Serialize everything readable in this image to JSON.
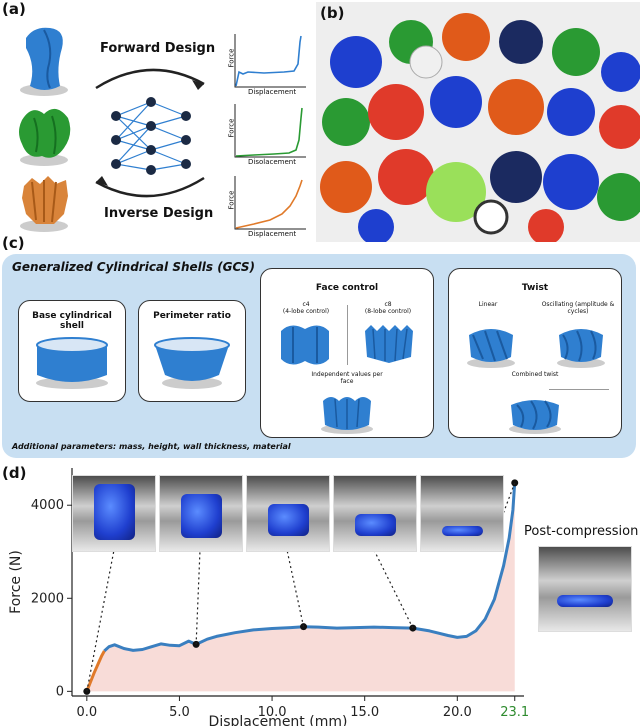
{
  "panels": {
    "a": "(a)",
    "b": "(b)",
    "c": "(c)",
    "d": "(d)"
  },
  "design": {
    "forward": "Forward Design",
    "inverse": "Inverse Design"
  },
  "mini_plots": {
    "ylabel": "Force",
    "xlabel": "Displacement",
    "xlabel_alt": "Disolacement",
    "colors": [
      "#2f7fd0",
      "#2a9a33",
      "#e07a2a"
    ]
  },
  "gcs": {
    "title": "Generalized Cylindrical Shells (GCS)",
    "base_shell": "Base cylindrical shell",
    "perimeter_ratio": "Perimeter ratio",
    "face_control": "Face control",
    "c4": "c4",
    "c4_sub": "(4-lobe control)",
    "c8": "c8",
    "c8_sub": "(8-lobe control)",
    "independent": "Independent values per face",
    "twist": "Twist",
    "linear": "Linear",
    "oscillating": "Oscillating (amplitude & cycles)",
    "combined": "Combined twist",
    "additional": "Additional parameters: mass, height, wall thickness, material"
  },
  "chart_data": {
    "type": "line",
    "title": "",
    "xlabel": "Displacement (mm)",
    "ylabel": "Force (N)",
    "xlim": [
      -0.8,
      23.6
    ],
    "ylim": [
      -100,
      4800
    ],
    "xticks": [
      0.0,
      5.0,
      10.0,
      15.0,
      20.0,
      23.1
    ],
    "xtick_labels": [
      "0.0",
      "5.0",
      "10.0",
      "15.0",
      "20.0",
      "23.1"
    ],
    "yticks": [
      0,
      2000,
      4000
    ],
    "highlight_tick": "23.1",
    "highlight_color": "#2e8b2e",
    "annotation": "Post-compression",
    "series": [
      {
        "color": "#e07a2a",
        "x": [
          0.0,
          0.2,
          0.4,
          0.6,
          0.8,
          0.95
        ],
        "y": [
          0,
          200,
          400,
          580,
          760,
          870
        ]
      },
      {
        "color": "#3a7fc0",
        "x": [
          0.95,
          1.2,
          1.5,
          2.0,
          2.5,
          3.0,
          3.5,
          4.0,
          4.5,
          5.0,
          5.5,
          5.9,
          6.5,
          7.0,
          8.0,
          9.0,
          10.0,
          11.0,
          11.7,
          12.5,
          13.5,
          14.5,
          15.5,
          16.5,
          17.6,
          18.5,
          19.5,
          20.0,
          20.5,
          21.0,
          21.5,
          22.0,
          22.5,
          22.8,
          23.0,
          23.1
        ],
        "y": [
          870,
          960,
          1000,
          920,
          880,
          900,
          960,
          1020,
          990,
          980,
          1080,
          1010,
          1120,
          1180,
          1260,
          1320,
          1350,
          1370,
          1390,
          1380,
          1360,
          1370,
          1380,
          1370,
          1360,
          1300,
          1200,
          1160,
          1180,
          1300,
          1550,
          1980,
          2700,
          3300,
          3900,
          4480
        ]
      }
    ],
    "markers": [
      {
        "x": 0.0,
        "y": 0
      },
      {
        "x": 5.9,
        "y": 1010
      },
      {
        "x": 11.7,
        "y": 1390
      },
      {
        "x": 17.6,
        "y": 1360
      },
      {
        "x": 23.1,
        "y": 4480
      }
    ],
    "fill_color": "#f8dcd8"
  }
}
